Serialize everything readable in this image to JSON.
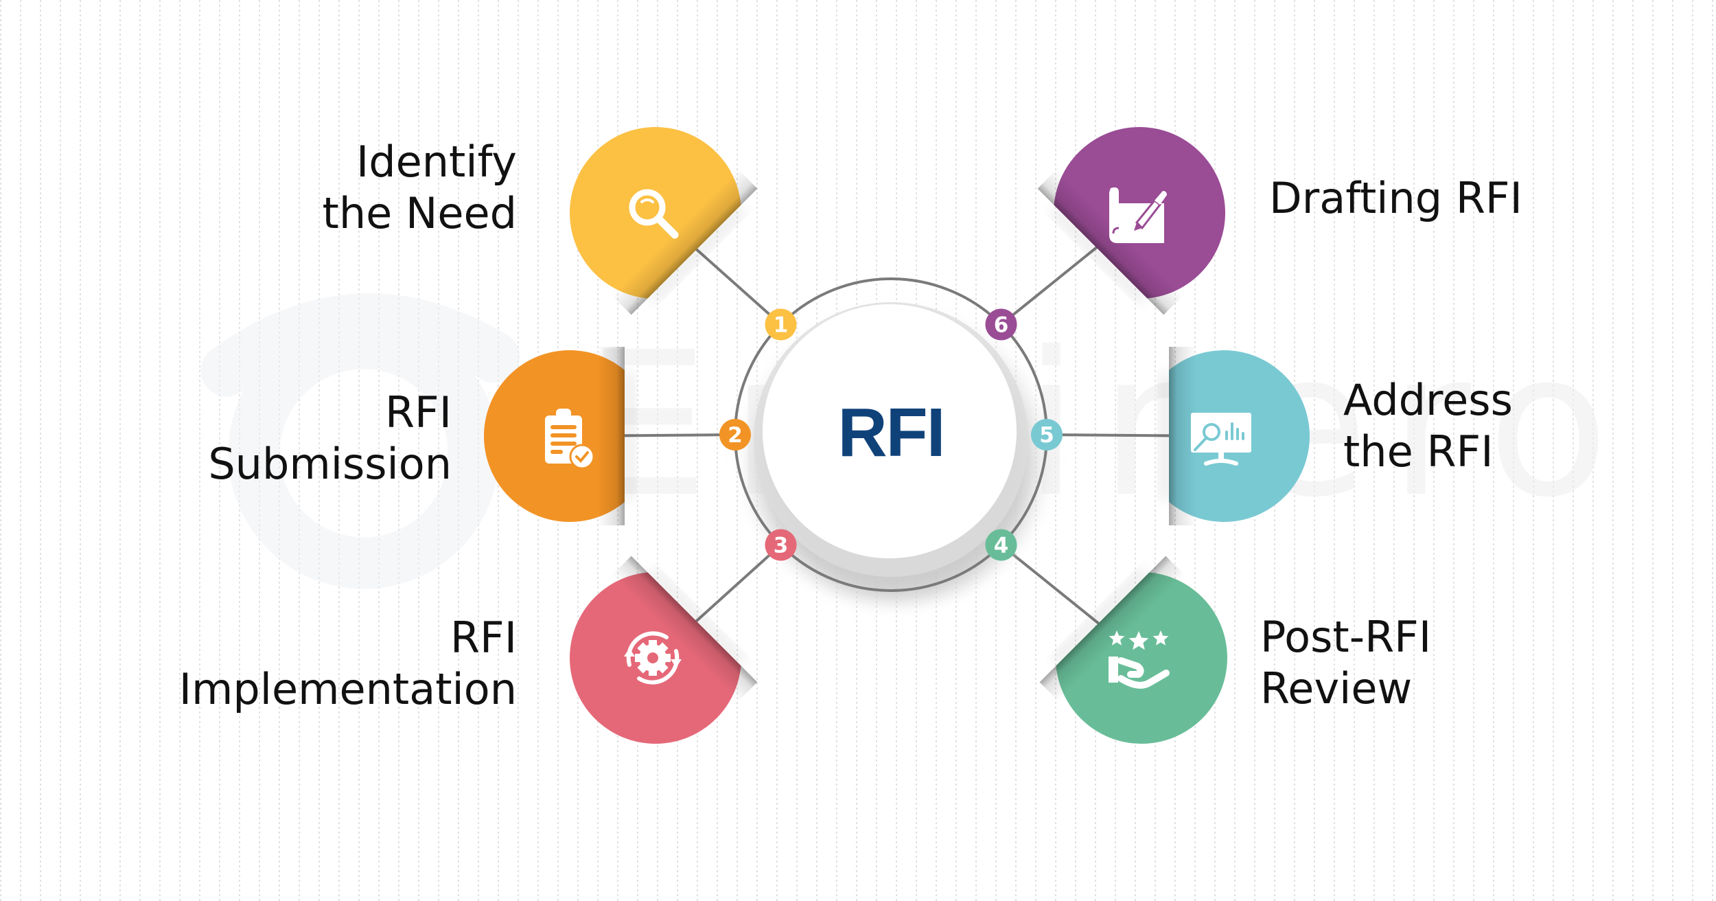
{
  "diagram": {
    "center_label": "RFI",
    "watermark": "Enginero",
    "colors": {
      "ring": "#7a7a7a",
      "connector": "#7a7a7a",
      "center_text": "#10427a",
      "label_text": "#111111"
    },
    "steps": [
      {
        "number": "1",
        "label_lines": [
          "Identify",
          "the Need"
        ],
        "icon": "magnifier-icon",
        "color": "#fcc043"
      },
      {
        "number": "2",
        "label_lines": [
          "RFI",
          "Submission"
        ],
        "icon": "clipboard-check-icon",
        "color": "#f29325"
      },
      {
        "number": "3",
        "label_lines": [
          "RFI",
          "Implementation"
        ],
        "icon": "gear-cycle-icon",
        "color": "#e56878"
      },
      {
        "number": "4",
        "label_lines": [
          "Post-RFI",
          "Review"
        ],
        "icon": "hand-stars-icon",
        "color": "#68bd98"
      },
      {
        "number": "5",
        "label_lines": [
          "Address",
          "the RFI"
        ],
        "icon": "monitor-analytics-icon",
        "color": "#79c9d3"
      },
      {
        "number": "6",
        "label_lines": [
          "Drafting RFI"
        ],
        "icon": "document-pen-icon",
        "color": "#9a4c95"
      }
    ]
  }
}
